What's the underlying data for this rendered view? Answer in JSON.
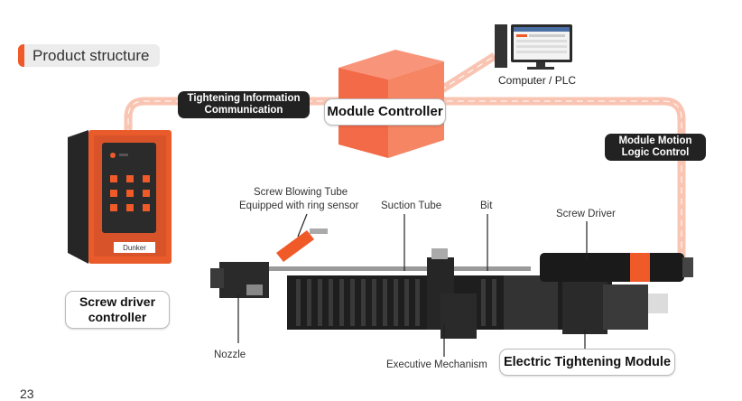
{
  "section_title": "Product structure",
  "tags": {
    "tightening_info": "Tightening Information Communication",
    "module_motion": "Module Motion Logic Control"
  },
  "boxes": {
    "module_controller": "Module Controller",
    "screw_driver_controller": "Screw driver controller",
    "electric_tightening_module": "Electric Tightening Module"
  },
  "labels": {
    "computer_plc": "Computer / PLC",
    "screw_blowing_tube": "Screw Blowing Tube",
    "ring_sensor": "Equipped with ring sensor",
    "suction_tube": "Suction Tube",
    "bit": "Bit",
    "screw_driver": "Screw Driver",
    "nozzle": "Nozzle",
    "executive_mechanism": "Executive Mechanism"
  },
  "device_brand": "Dunker",
  "page_number": "23",
  "colors": {
    "accent": "#f05a28",
    "path": "#f9c4b2",
    "dark": "#222222"
  }
}
